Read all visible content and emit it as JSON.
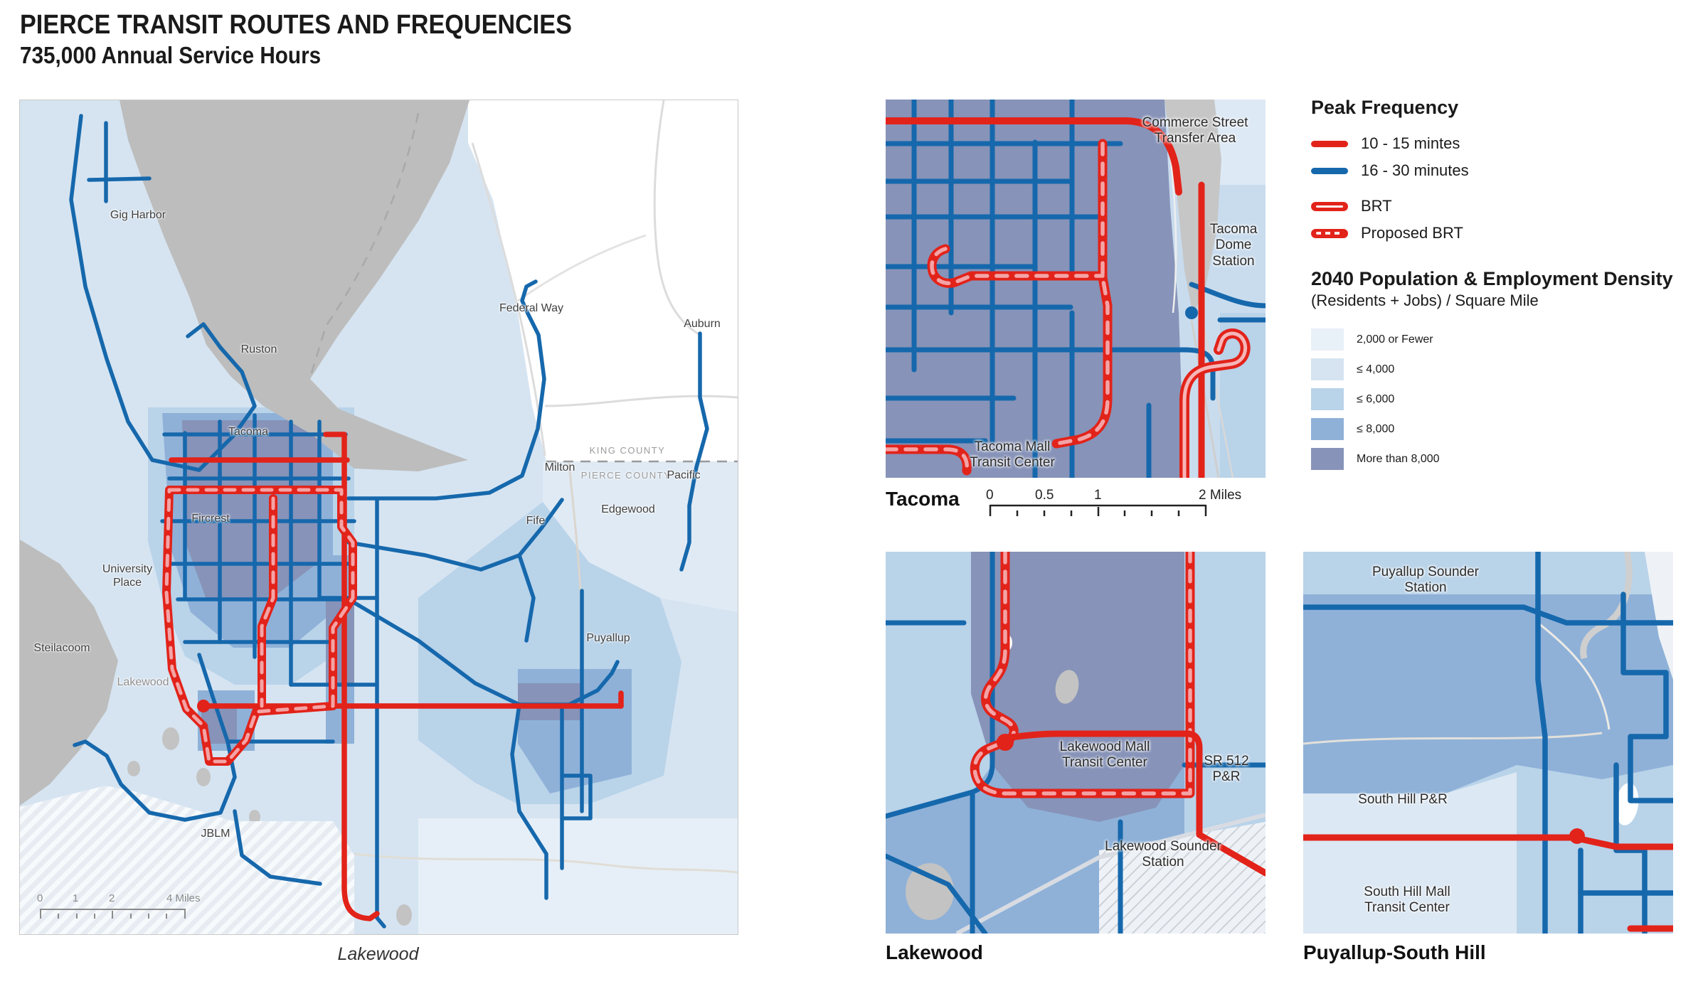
{
  "title": {
    "line1": "PIERCE TRANSIT ROUTES AND FREQUENCIES",
    "line2": "735,000 Annual Service Hours"
  },
  "colors": {
    "route_red": "#e2231a",
    "route_blue": "#1668ac",
    "brt_dash_pink": "#f4a3a5",
    "water_gray": "#bdbdbd"
  },
  "legend": {
    "peak_title": "Peak Frequency",
    "items": [
      {
        "label": "10 - 15 mintes",
        "symbol": "red-line",
        "color": "#e2231a"
      },
      {
        "label": "16 - 30 minutes",
        "symbol": "blue-line",
        "color": "#1668ac"
      },
      {
        "label": "BRT",
        "symbol": "brt-line",
        "color": "#e2231a"
      },
      {
        "label": "Proposed BRT",
        "symbol": "proposed-brt-line",
        "color": "#e2231a"
      }
    ],
    "density_title": "2040 Population & Employment Density",
    "density_subtitle": "(Residents + Jobs) / Square Mile",
    "density_classes": [
      {
        "label": "2,000 or Fewer",
        "color": "#e8f0f8"
      },
      {
        "label": "≤ 4,000",
        "color": "#d6e4f1"
      },
      {
        "label": "≤ 6,000",
        "color": "#b9d3e9"
      },
      {
        "label": "≤ 8,000",
        "color": "#8fb1d8"
      },
      {
        "label": "More than 8,000",
        "color": "#8793b8"
      }
    ]
  },
  "main_map": {
    "caption": "Lakewood",
    "labels": {
      "gig_harbor": "Gig Harbor",
      "ruston": "Ruston",
      "tacoma": "Tacoma",
      "federal_way": "Federal Way",
      "auburn": "Auburn",
      "king_county": "KING COUNTY",
      "pierce_county": "PIERCE COUNTY",
      "milton": "Milton",
      "pacific": "Pacific",
      "fife": "Fife",
      "edgewood": "Edgewood",
      "fircrest": "Fircrest",
      "university_place": "University Place",
      "steilacoom": "Steilacoom",
      "lakewood": "Lakewood",
      "puyallup": "Puyallup",
      "jblm": "JBLM"
    },
    "scale": {
      "n0": "0",
      "n1": "1",
      "n2": "2",
      "end": "4 Miles"
    }
  },
  "insets": {
    "tacoma": {
      "caption": "Tacoma",
      "labels": {
        "commerce": "Commerce Street Transfer Area",
        "dome": "Tacoma Dome Station",
        "mall": "Tacoma Mall Transit Center"
      },
      "scale": {
        "n0": "0",
        "n1": "0.5",
        "n2": "1",
        "end": "2 Miles"
      }
    },
    "lakewood": {
      "caption": "Lakewood",
      "labels": {
        "mall": "Lakewood Mall Transit Center",
        "sr512": "SR 512 P&R",
        "sounder": "Lakewood Sounder Station"
      }
    },
    "puyallup": {
      "caption": "Puyallup-South Hill",
      "labels": {
        "sounder": "Puyallup Sounder Station",
        "park_ride": "South Hill P&R",
        "mall": "South Hill Mall Transit Center"
      }
    }
  }
}
